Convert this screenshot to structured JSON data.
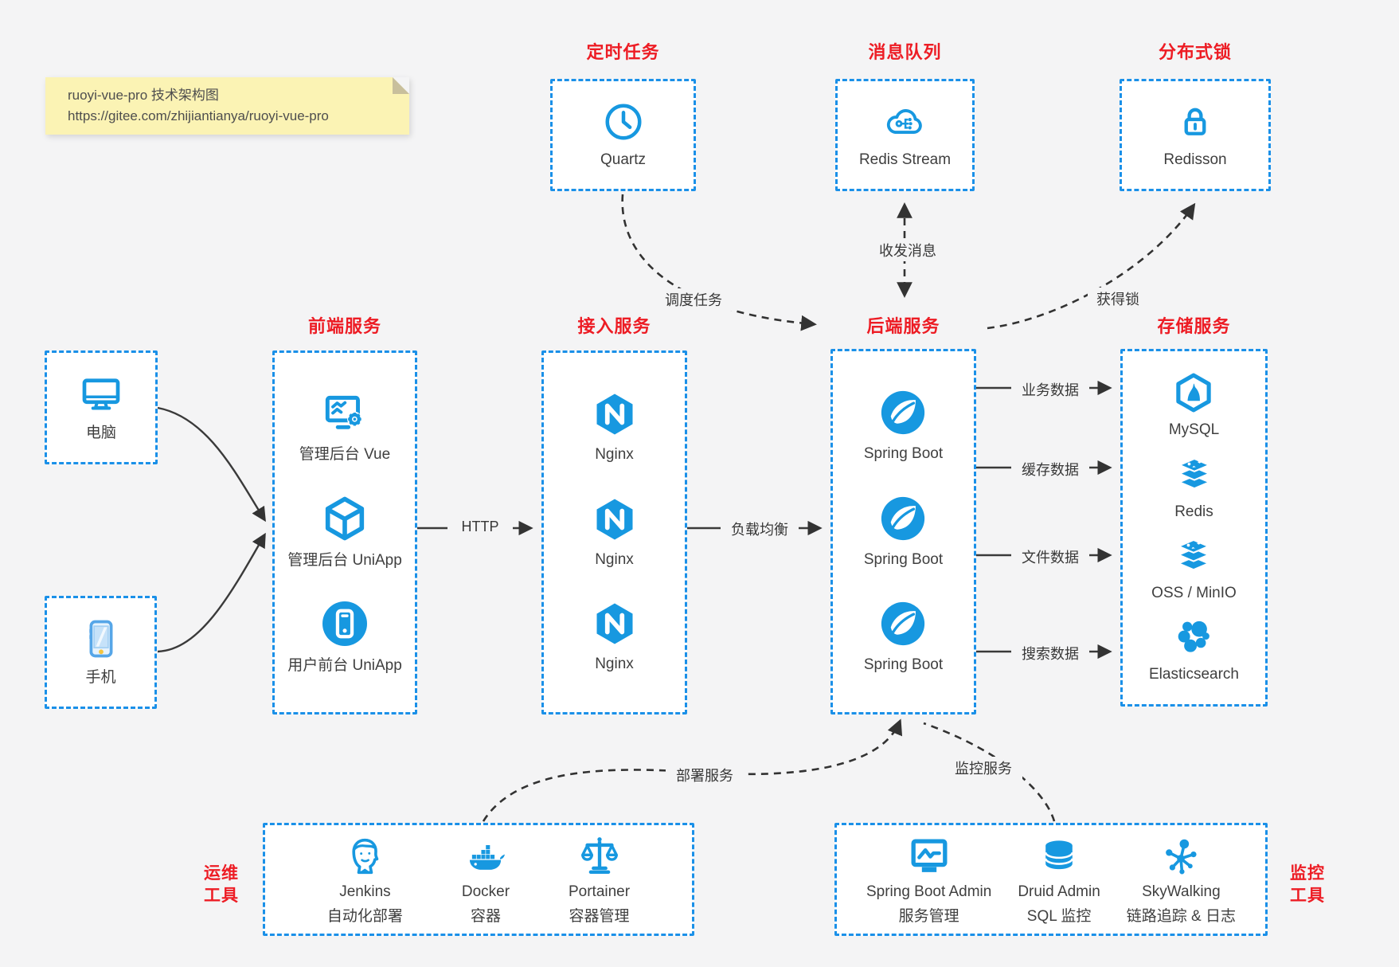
{
  "colors": {
    "background": "#f4f4f5",
    "box_border_blue": "#1a90e8",
    "icon_blue": "#1798e0",
    "title_red": "#ed1c24",
    "arrow_gray": "#3a3a3a",
    "note_background": "#fbf3b4"
  },
  "note": {
    "line1": "ruoyi-vue-pro 技术架构图",
    "line2": "https://gitee.com/zhijiantianya/ruoyi-vue-pro"
  },
  "top": {
    "scheduled": {
      "title": "定时任务",
      "label": "Quartz"
    },
    "mq": {
      "title": "消息队列",
      "label": "Redis Stream"
    },
    "lock": {
      "title": "分布式锁",
      "label": "Redisson"
    }
  },
  "clients": {
    "pc": {
      "label": "电脑"
    },
    "phone": {
      "label": "手机"
    }
  },
  "columns": {
    "frontend": {
      "title": "前端服务",
      "items": [
        {
          "label": "管理后台 Vue"
        },
        {
          "label": "管理后台 UniApp"
        },
        {
          "label": "用户前台 UniApp"
        }
      ]
    },
    "gateway": {
      "title": "接入服务",
      "items": [
        {
          "label": "Nginx"
        },
        {
          "label": "Nginx"
        },
        {
          "label": "Nginx"
        }
      ]
    },
    "backend": {
      "title": "后端服务",
      "items": [
        {
          "label": "Spring Boot"
        },
        {
          "label": "Spring Boot"
        },
        {
          "label": "Spring Boot"
        }
      ]
    },
    "storage": {
      "title": "存储服务",
      "items": [
        {
          "label": "MySQL"
        },
        {
          "label": "Redis"
        },
        {
          "label": "OSS / MinIO"
        },
        {
          "label": "Elasticsearch"
        }
      ]
    }
  },
  "bottom": {
    "ops": {
      "side1": "运维",
      "side2": "工具",
      "items": [
        {
          "label": "Jenkins",
          "sublabel": "自动化部署"
        },
        {
          "label": "Docker",
          "sublabel": "容器"
        },
        {
          "label": "Portainer",
          "sublabel": "容器管理"
        }
      ]
    },
    "monitor": {
      "side1": "监控",
      "side2": "工具",
      "items": [
        {
          "label": "Spring Boot Admin",
          "sublabel": "服务管理"
        },
        {
          "label": "Druid Admin",
          "sublabel": "SQL 监控"
        },
        {
          "label": "SkyWalking",
          "sublabel": "链路追踪 & 日志"
        }
      ]
    }
  },
  "edges": {
    "http": "HTTP",
    "load_balance": "负载均衡",
    "business": "业务数据",
    "cache": "缓存数据",
    "file": "文件数据",
    "search": "搜索数据",
    "schedule": "调度任务",
    "message": "收发消息",
    "lock": "获得锁",
    "deploy": "部署服务",
    "monitor": "监控服务"
  }
}
